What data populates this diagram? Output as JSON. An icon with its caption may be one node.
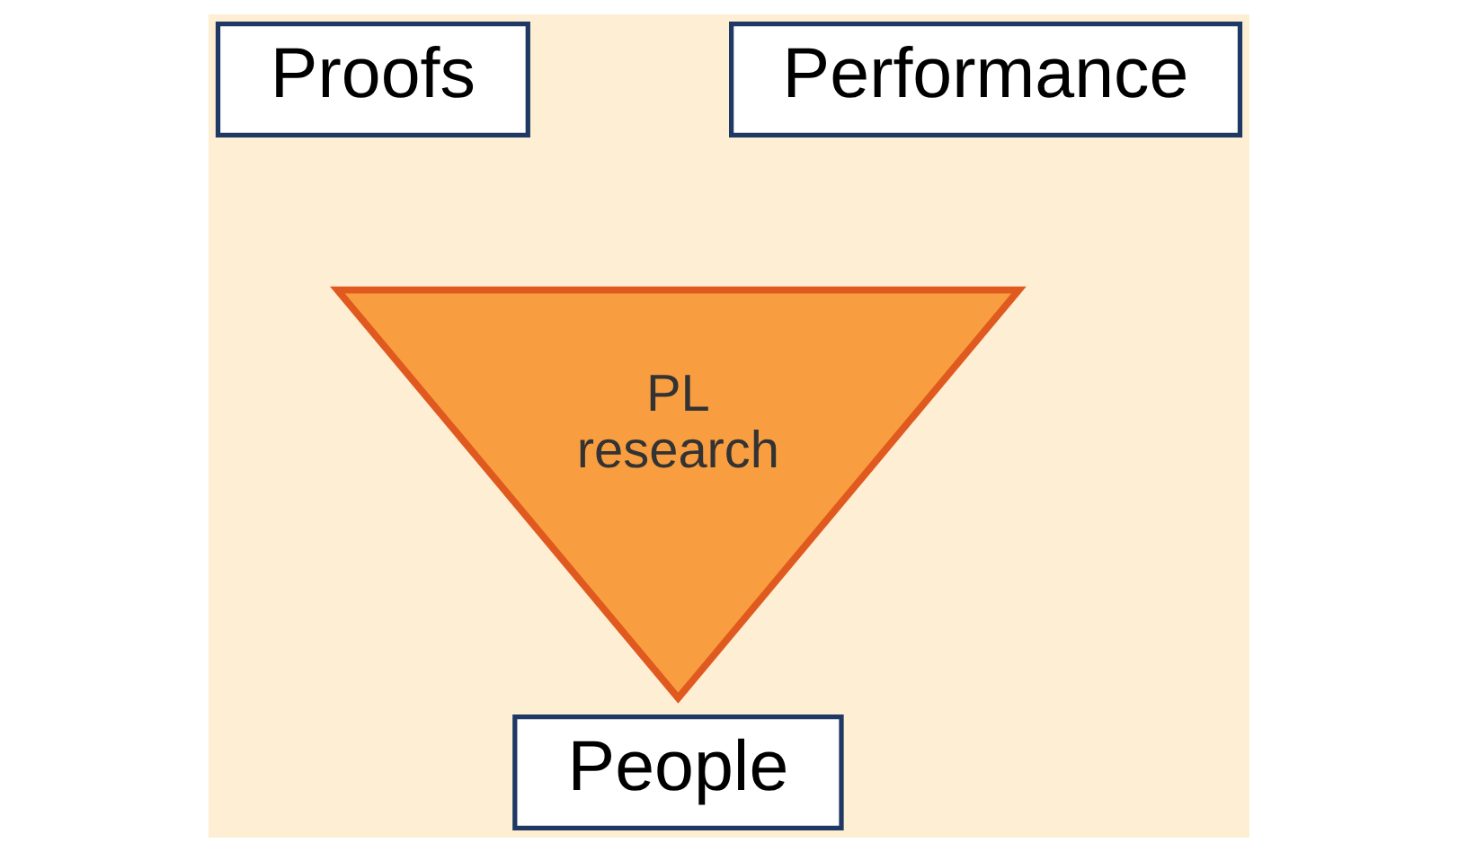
{
  "diagram": {
    "nodes": [
      {
        "text": [
          "Proofs"
        ]
      },
      {
        "text": [
          "Performance"
        ]
      },
      {
        "text": [
          "PL research"
        ]
      },
      {
        "text": [
          "People"
        ]
      }
    ]
  }
}
